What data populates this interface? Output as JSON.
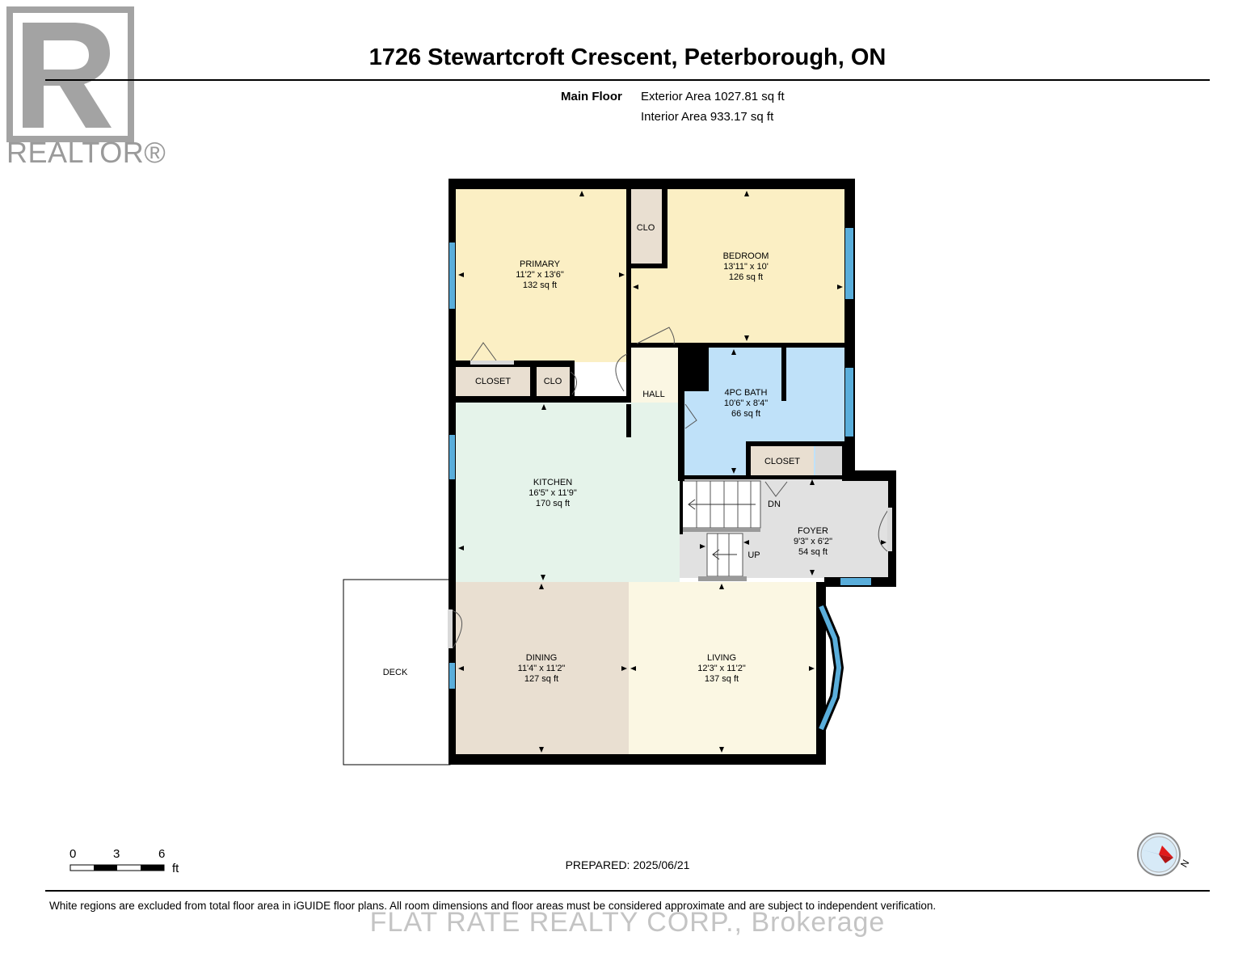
{
  "header": {
    "logo_text": "REALTOR®",
    "title": "1726 Stewartcroft Crescent, Peterborough, ON",
    "floor_name": "Main Floor",
    "exterior_area": "Exterior Area 1027.81 sq ft",
    "interior_area": "Interior Area 933.17 sq ft"
  },
  "rooms": {
    "primary": {
      "name": "PRIMARY",
      "dims": "11'2\" x 13'6\"",
      "area": "132 sq ft"
    },
    "bedroom": {
      "name": "BEDROOM",
      "dims": "13'11\" x 10'",
      "area": "126 sq ft"
    },
    "bath": {
      "name": "4PC BATH",
      "dims": "10'6\" x 8'4\"",
      "area": "66 sq ft"
    },
    "kitchen": {
      "name": "KITCHEN",
      "dims": "16'5\" x 11'9\"",
      "area": "170 sq ft"
    },
    "foyer": {
      "name": "FOYER",
      "dims": "9'3\" x 6'2\"",
      "area": "54 sq ft"
    },
    "dining": {
      "name": "DINING",
      "dims": "11'4\" x 11'2\"",
      "area": "127 sq ft"
    },
    "living": {
      "name": "LIVING",
      "dims": "12'3\" x 11'2\"",
      "area": "137 sq ft"
    },
    "hall": {
      "name": "HALL"
    },
    "deck": {
      "name": "DECK"
    },
    "clo_bedroom": {
      "name": "CLO"
    },
    "clo_primary": {
      "name": "CLO"
    },
    "closet_primary": {
      "name": "CLOSET"
    },
    "closet_foyer": {
      "name": "CLOSET"
    },
    "stairs_down": {
      "name": "DN"
    },
    "stairs_up": {
      "name": "UP"
    }
  },
  "colors": {
    "primary": "#fbefc4",
    "bedroom": "#fbefc4",
    "bath": "#bfe1f9",
    "kitchen": "#e5f3ea",
    "foyer": "#e1e1e1",
    "dining": "#e9dfd1",
    "living": "#fbf7e3",
    "closet": "#e9dfd1",
    "hall": "#fbf7e3",
    "wall": "#000000",
    "window": "#5aaedb"
  },
  "scale": {
    "ticks": [
      "0",
      "3",
      "6"
    ],
    "unit": "ft"
  },
  "compass": {
    "label": "N"
  },
  "footer": {
    "prepared": "PREPARED: 2025/06/21",
    "note": "White regions are excluded from total floor area in iGUIDE floor plans. All room dimensions and floor areas must be considered approximate and are subject to independent verification.",
    "brokerage": "FLAT RATE REALTY CORP., Brokerage"
  }
}
